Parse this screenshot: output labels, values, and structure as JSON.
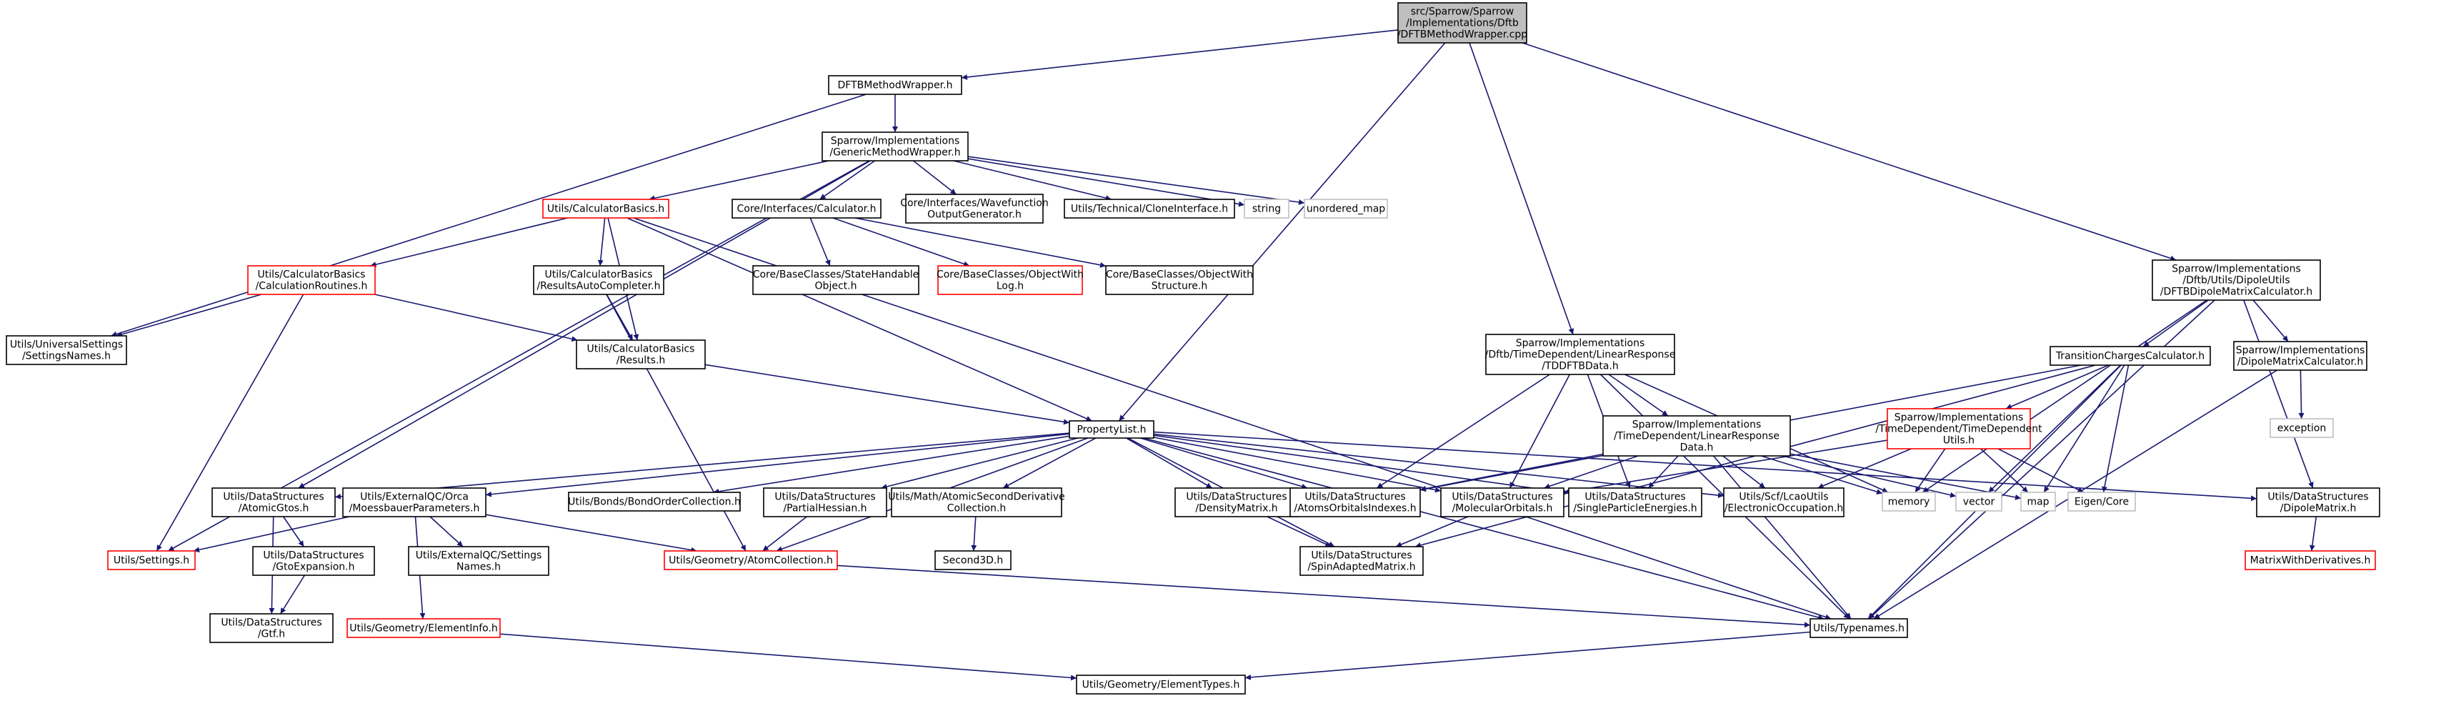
{
  "diagram": {
    "colors": {
      "edge": "#191970",
      "border_normal": "#000000",
      "border_truncated": "#ff0000",
      "border_external": "#bfbfbf",
      "root_fill": "#bfbfbf",
      "text": "#000000"
    },
    "nodes": [
      {
        "id": "root",
        "lines": [
          "src/Sparrow/Sparrow",
          "/Implementations/Dftb",
          "/DFTBMethodWrapper.cpp"
        ],
        "style": "root"
      },
      {
        "id": "dftbwrap",
        "lines": [
          "DFTBMethodWrapper.h"
        ],
        "style": "normal"
      },
      {
        "id": "generic",
        "lines": [
          "Sparrow/Implementations",
          "/GenericMethodWrapper.h"
        ],
        "style": "normal"
      },
      {
        "id": "dipcalc",
        "lines": [
          "Sparrow/Implementations",
          "/Dftb/Utils/DipoleUtils",
          "/DFTBDipoleMatrixCalculator.h"
        ],
        "style": "normal"
      },
      {
        "id": "tddftb",
        "lines": [
          "Sparrow/Implementations",
          "/Dftb/TimeDependent/LinearResponse",
          "/TDDFTBData.h"
        ],
        "style": "normal"
      },
      {
        "id": "calcbasics",
        "lines": [
          "Utils/CalculatorBasics.h"
        ],
        "style": "truncated"
      },
      {
        "id": "corecalc",
        "lines": [
          "Core/Interfaces/Calculator.h"
        ],
        "style": "normal"
      },
      {
        "id": "wavefn",
        "lines": [
          "Core/Interfaces/Wavefunction",
          "OutputGenerator.h"
        ],
        "style": "normal"
      },
      {
        "id": "clone",
        "lines": [
          "Utils/Technical/CloneInterface.h"
        ],
        "style": "normal"
      },
      {
        "id": "string",
        "lines": [
          "string"
        ],
        "style": "external"
      },
      {
        "id": "umap",
        "lines": [
          "unordered_map"
        ],
        "style": "external"
      },
      {
        "id": "calcroutines",
        "lines": [
          "Utils/CalculatorBasics",
          "/CalculationRoutines.h"
        ],
        "style": "truncated"
      },
      {
        "id": "autocomp",
        "lines": [
          "Utils/CalculatorBasics",
          "/ResultsAutoCompleter.h"
        ],
        "style": "normal"
      },
      {
        "id": "statehandle",
        "lines": [
          "Core/BaseClasses/StateHandable",
          "Object.h"
        ],
        "style": "normal"
      },
      {
        "id": "objlog",
        "lines": [
          "Core/BaseClasses/ObjectWith",
          "Log.h"
        ],
        "style": "truncated"
      },
      {
        "id": "objstruct",
        "lines": [
          "Core/BaseClasses/ObjectWith",
          "Structure.h"
        ],
        "style": "normal"
      },
      {
        "id": "univ",
        "lines": [
          "Utils/UniversalSettings",
          "/SettingsNames.h"
        ],
        "style": "normal"
      },
      {
        "id": "results",
        "lines": [
          "Utils/CalculatorBasics",
          "/Results.h"
        ],
        "style": "normal"
      },
      {
        "id": "proplist",
        "lines": [
          "PropertyList.h"
        ],
        "style": "normal"
      },
      {
        "id": "tddata",
        "lines": [
          "Sparrow/Implementations",
          "/TimeDependent/LinearResponse",
          "Data.h"
        ],
        "style": "normal"
      },
      {
        "id": "transcharge",
        "lines": [
          "TransitionChargesCalculator.h"
        ],
        "style": "normal"
      },
      {
        "id": "tdutils",
        "lines": [
          "Sparrow/Implementations",
          "/TimeDependent/TimeDependent",
          "Utils.h"
        ],
        "style": "truncated"
      },
      {
        "id": "dipmatcalc",
        "lines": [
          "Sparrow/Implementations",
          "/DipoleMatrixCalculator.h"
        ],
        "style": "normal"
      },
      {
        "id": "exception",
        "lines": [
          "exception"
        ],
        "style": "external"
      },
      {
        "id": "atomicgtos",
        "lines": [
          "Utils/DataStructures",
          "/AtomicGtos.h"
        ],
        "style": "normal"
      },
      {
        "id": "orca",
        "lines": [
          "Utils/ExternalQC/Orca",
          "/MoessbauerParameters.h"
        ],
        "style": "normal"
      },
      {
        "id": "bondorder",
        "lines": [
          "Utils/Bonds/BondOrderCollection.h"
        ],
        "style": "normal"
      },
      {
        "id": "hessian",
        "lines": [
          "Utils/DataStructures",
          "/PartialHessian.h"
        ],
        "style": "normal"
      },
      {
        "id": "atomic2nd",
        "lines": [
          "Utils/Math/AtomicSecondDerivative",
          "Collection.h"
        ],
        "style": "normal"
      },
      {
        "id": "density",
        "lines": [
          "Utils/DataStructures",
          "/DensityMatrix.h"
        ],
        "style": "normal"
      },
      {
        "id": "aoindex",
        "lines": [
          "Utils/DataStructures",
          "/AtomsOrbitalsIndexes.h"
        ],
        "style": "normal"
      },
      {
        "id": "molorb",
        "lines": [
          "Utils/DataStructures",
          "/MolecularOrbitals.h"
        ],
        "style": "normal"
      },
      {
        "id": "spe",
        "lines": [
          "Utils/DataStructures",
          "/SingleParticleEnergies.h"
        ],
        "style": "normal"
      },
      {
        "id": "elocc",
        "lines": [
          "Utils/Scf/LcaoUtils",
          "/ElectronicOccupation.h"
        ],
        "style": "normal"
      },
      {
        "id": "memory",
        "lines": [
          "memory"
        ],
        "style": "external"
      },
      {
        "id": "vector",
        "lines": [
          "vector"
        ],
        "style": "external"
      },
      {
        "id": "map",
        "lines": [
          "map"
        ],
        "style": "external"
      },
      {
        "id": "eigen",
        "lines": [
          "Eigen/Core"
        ],
        "style": "external"
      },
      {
        "id": "dipmat",
        "lines": [
          "Utils/DataStructures",
          "/DipoleMatrix.h"
        ],
        "style": "normal"
      },
      {
        "id": "settings",
        "lines": [
          "Utils/Settings.h"
        ],
        "style": "truncated"
      },
      {
        "id": "gtoexp",
        "lines": [
          "Utils/DataStructures",
          "/GtoExpansion.h"
        ],
        "style": "normal"
      },
      {
        "id": "extqcset",
        "lines": [
          "Utils/ExternalQC/Settings",
          "Names.h"
        ],
        "style": "normal"
      },
      {
        "id": "atomcoll",
        "lines": [
          "Utils/Geometry/AtomCollection.h"
        ],
        "style": "truncated"
      },
      {
        "id": "second3d",
        "lines": [
          "Second3D.h"
        ],
        "style": "normal"
      },
      {
        "id": "spinmat",
        "lines": [
          "Utils/DataStructures",
          "/SpinAdaptedMatrix.h"
        ],
        "style": "normal"
      },
      {
        "id": "matderiv",
        "lines": [
          "MatrixWithDerivatives.h"
        ],
        "style": "truncated"
      },
      {
        "id": "gtf",
        "lines": [
          "Utils/DataStructures",
          "/Gtf.h"
        ],
        "style": "normal"
      },
      {
        "id": "eleminfo",
        "lines": [
          "Utils/Geometry/ElementInfo.h"
        ],
        "style": "truncated"
      },
      {
        "id": "typenames",
        "lines": [
          "Utils/Typenames.h"
        ],
        "style": "normal"
      },
      {
        "id": "elemtypes",
        "lines": [
          "Utils/Geometry/ElementTypes.h"
        ],
        "style": "normal"
      }
    ],
    "edges": [
      [
        "root",
        "dftbwrap"
      ],
      [
        "root",
        "proplist"
      ],
      [
        "root",
        "tddftb"
      ],
      [
        "root",
        "dipcalc"
      ],
      [
        "dftbwrap",
        "generic"
      ],
      [
        "dftbwrap",
        "univ"
      ],
      [
        "generic",
        "calcbasics"
      ],
      [
        "generic",
        "corecalc"
      ],
      [
        "generic",
        "wavefn"
      ],
      [
        "generic",
        "clone"
      ],
      [
        "generic",
        "string"
      ],
      [
        "generic",
        "umap"
      ],
      [
        "generic",
        "settings"
      ],
      [
        "generic",
        "atomicgtos"
      ],
      [
        "calcbasics",
        "calcroutines"
      ],
      [
        "calcbasics",
        "autocomp"
      ],
      [
        "calcbasics",
        "results"
      ],
      [
        "calcbasics",
        "proplist"
      ],
      [
        "calcbasics",
        "typenames"
      ],
      [
        "corecalc",
        "statehandle"
      ],
      [
        "corecalc",
        "objlog"
      ],
      [
        "corecalc",
        "objstruct"
      ],
      [
        "calcroutines",
        "univ"
      ],
      [
        "calcroutines",
        "results"
      ],
      [
        "calcroutines",
        "settings"
      ],
      [
        "autocomp",
        "results"
      ],
      [
        "autocomp",
        "atomcoll"
      ],
      [
        "results",
        "proplist"
      ],
      [
        "proplist",
        "atomicgtos"
      ],
      [
        "proplist",
        "orca"
      ],
      [
        "proplist",
        "bondorder"
      ],
      [
        "proplist",
        "hessian"
      ],
      [
        "proplist",
        "atomic2nd"
      ],
      [
        "proplist",
        "density"
      ],
      [
        "proplist",
        "aoindex"
      ],
      [
        "proplist",
        "molorb"
      ],
      [
        "proplist",
        "spe"
      ],
      [
        "proplist",
        "elocc"
      ],
      [
        "proplist",
        "dipmat"
      ],
      [
        "proplist",
        "atomcoll"
      ],
      [
        "proplist",
        "spinmat"
      ],
      [
        "proplist",
        "typenames"
      ],
      [
        "tddftb",
        "tddata"
      ],
      [
        "tddftb",
        "aoindex"
      ],
      [
        "tddftb",
        "molorb"
      ],
      [
        "tddftb",
        "spe"
      ],
      [
        "tddftb",
        "memory"
      ],
      [
        "tddftb",
        "typenames"
      ],
      [
        "tddata",
        "aoindex"
      ],
      [
        "tddata",
        "molorb"
      ],
      [
        "tddata",
        "spe"
      ],
      [
        "tddata",
        "elocc"
      ],
      [
        "tddata",
        "memory"
      ],
      [
        "tddata",
        "vector"
      ],
      [
        "tddata",
        "map"
      ],
      [
        "tddata",
        "typenames"
      ],
      [
        "dipcalc",
        "transcharge"
      ],
      [
        "dipcalc",
        "dipmatcalc"
      ],
      [
        "dipcalc",
        "dipmat"
      ],
      [
        "dipcalc",
        "memory"
      ],
      [
        "dipcalc",
        "typenames"
      ],
      [
        "transcharge",
        "tdutils"
      ],
      [
        "transcharge",
        "aoindex"
      ],
      [
        "transcharge",
        "vector"
      ],
      [
        "transcharge",
        "map"
      ],
      [
        "transcharge",
        "eigen"
      ],
      [
        "transcharge",
        "spinmat"
      ],
      [
        "transcharge",
        "typenames"
      ],
      [
        "tdutils",
        "molorb"
      ],
      [
        "tdutils",
        "elocc"
      ],
      [
        "tdutils",
        "map"
      ],
      [
        "tdutils",
        "eigen"
      ],
      [
        "tdutils",
        "memory"
      ],
      [
        "dipmatcalc",
        "exception"
      ],
      [
        "dipmatcalc",
        "typenames"
      ],
      [
        "atomicgtos",
        "gtoexp"
      ],
      [
        "atomicgtos",
        "gtf"
      ],
      [
        "gtoexp",
        "gtf"
      ],
      [
        "orca",
        "settings"
      ],
      [
        "orca",
        "extqcset"
      ],
      [
        "orca",
        "eleminfo"
      ],
      [
        "orca",
        "atomcoll"
      ],
      [
        "hessian",
        "atomcoll"
      ],
      [
        "atomic2nd",
        "second3d"
      ],
      [
        "density",
        "spinmat"
      ],
      [
        "molorb",
        "spinmat"
      ],
      [
        "dipmat",
        "matderiv"
      ],
      [
        "atomcoll",
        "typenames"
      ],
      [
        "eleminfo",
        "elemtypes"
      ],
      [
        "typenames",
        "elemtypes"
      ]
    ]
  }
}
